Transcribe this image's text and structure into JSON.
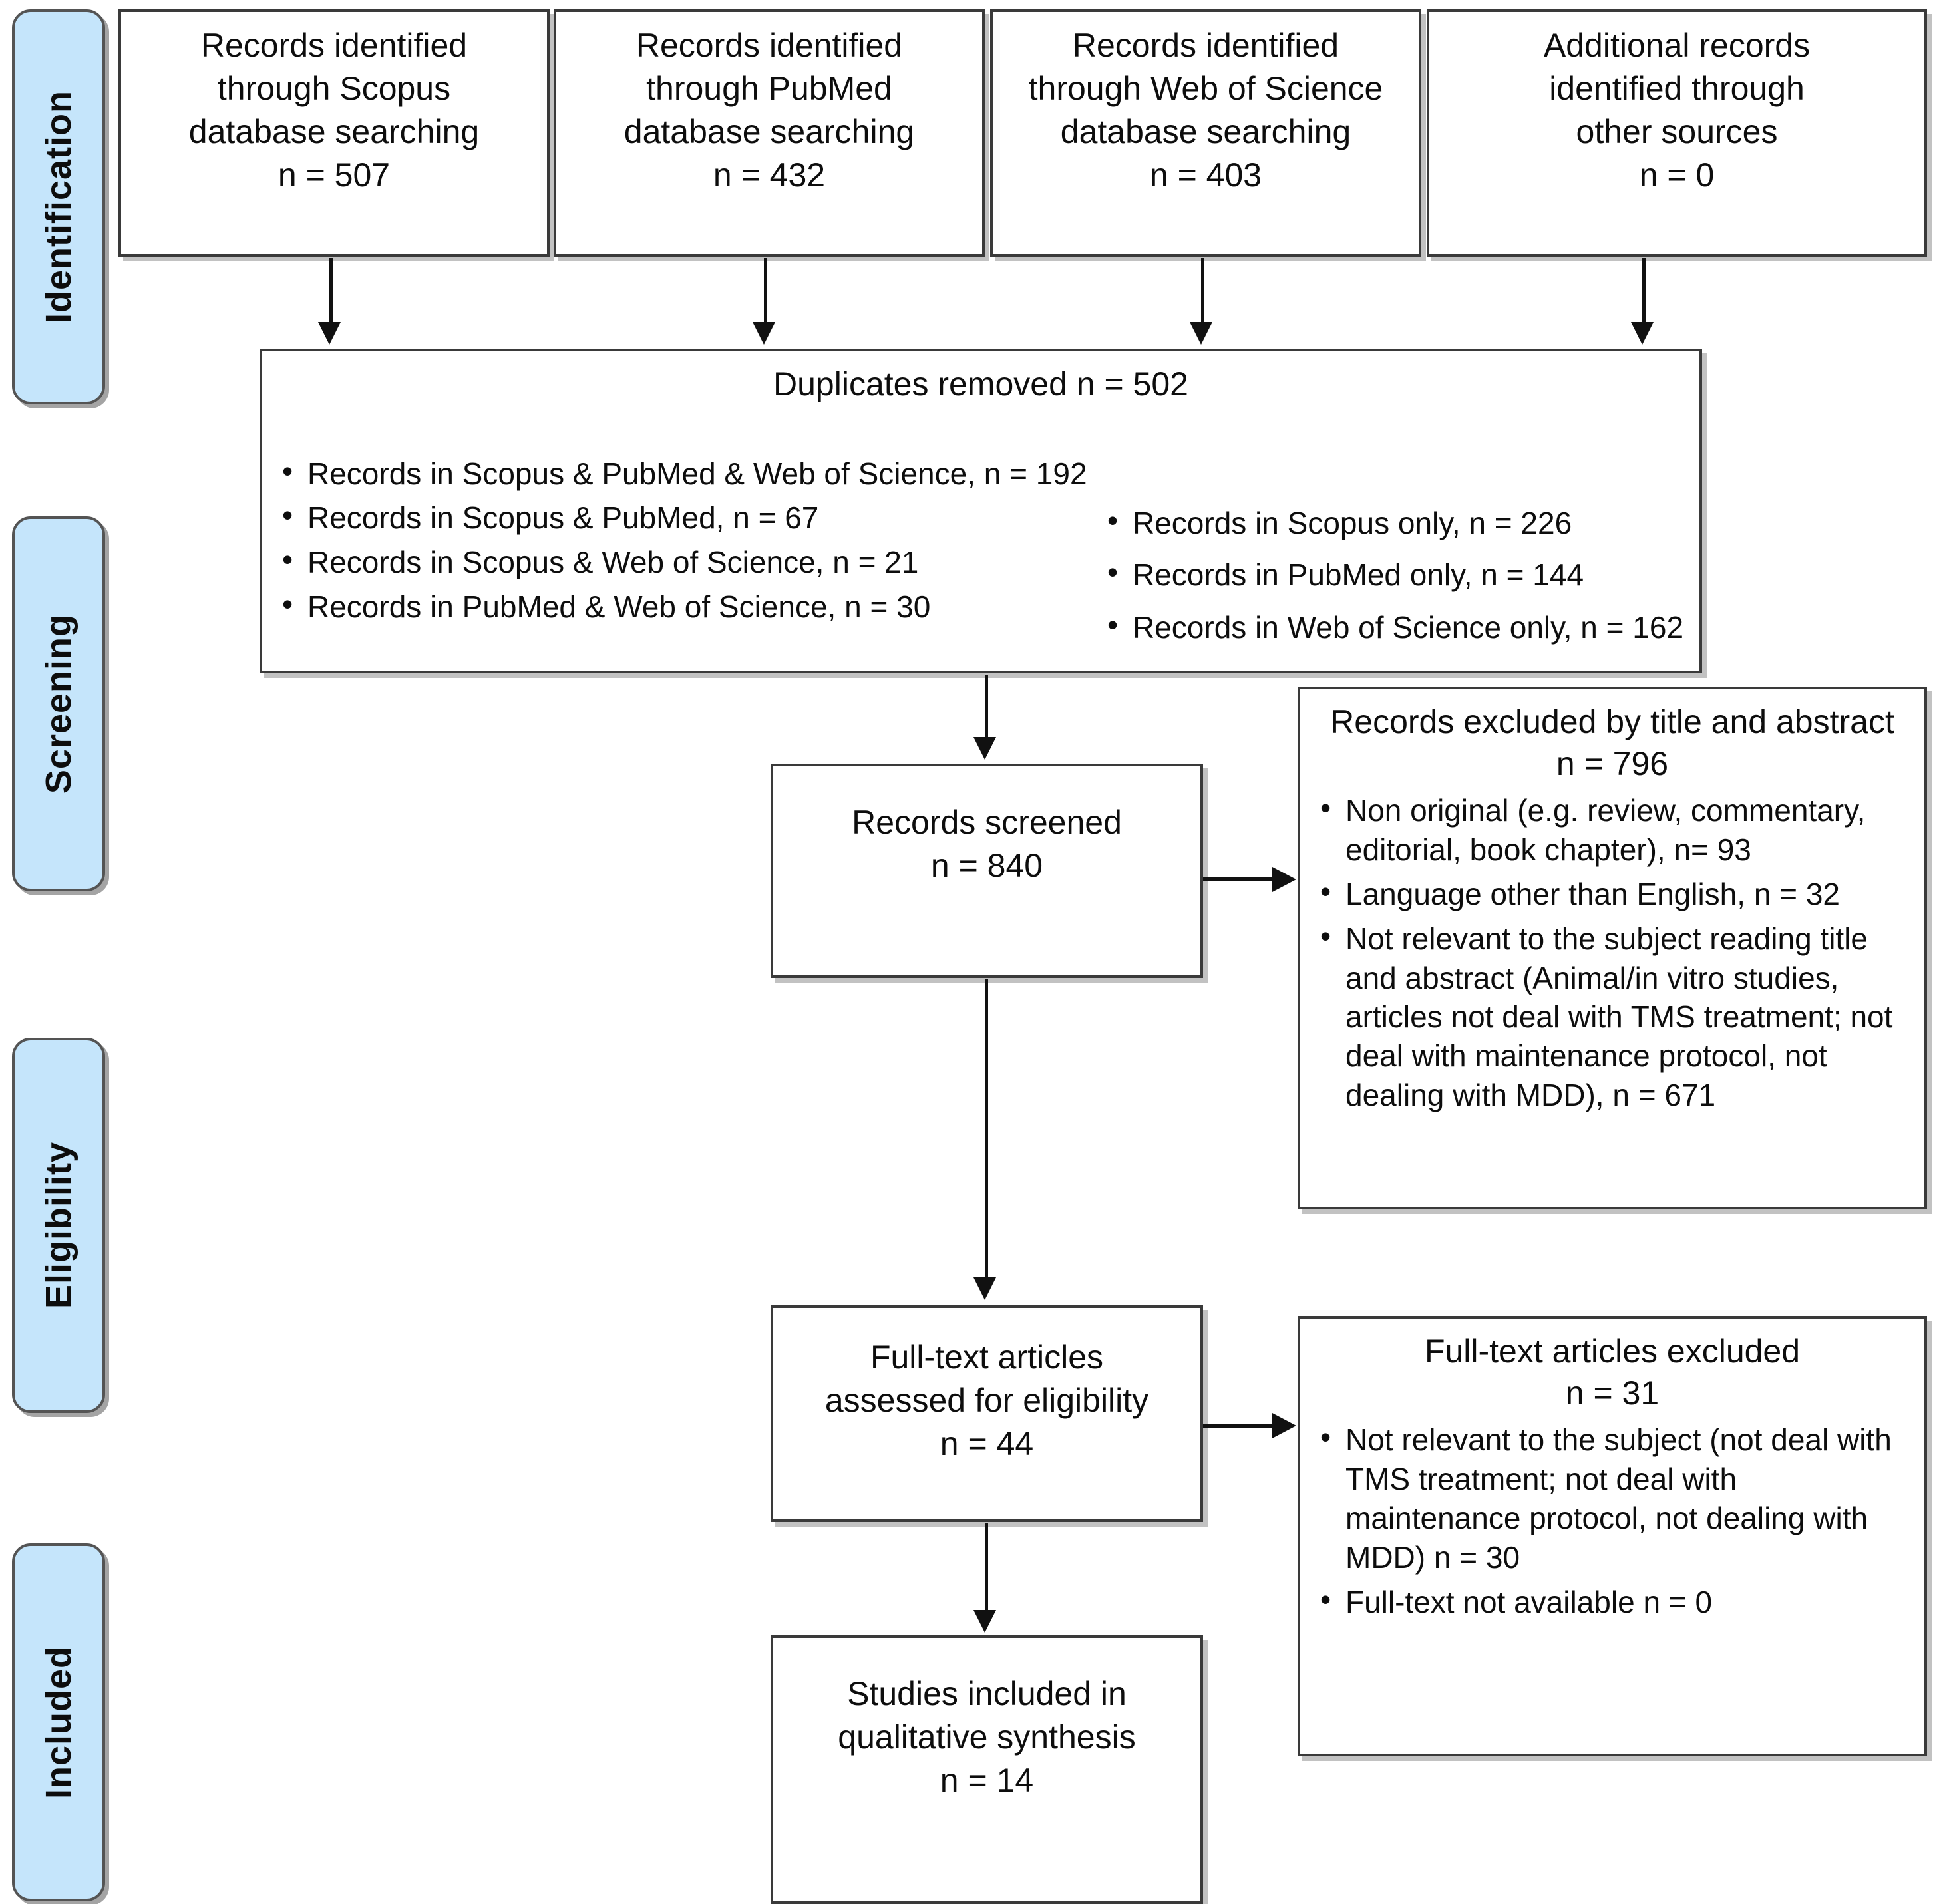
{
  "diagram": {
    "type": "PRISMA flow diagram",
    "stages": [
      {
        "label": "Identification"
      },
      {
        "label": "Screening"
      },
      {
        "label": "Eligibility"
      },
      {
        "label": "Included"
      }
    ],
    "identification_boxes": [
      {
        "line1": "Records identified",
        "line2": "through Scopus",
        "line3": "database searching",
        "count": "n = 507"
      },
      {
        "line1": "Records identified",
        "line2": "through PubMed",
        "line3": "database searching",
        "count": "n = 432"
      },
      {
        "line1": "Records identified",
        "line2": "through Web of Science",
        "line3": "database searching",
        "count": "n = 403"
      },
      {
        "line1": "Additional records",
        "line2": "identified through",
        "line3": "other sources",
        "count": "n = 0"
      }
    ],
    "duplicates": {
      "title": "Duplicates removed n = 502",
      "left_bullets": [
        "Records in Scopus & PubMed & Web of Science, n = 192",
        "Records in Scopus & PubMed, n = 67",
        "Records in Scopus & Web of Science, n = 21",
        "Records in PubMed & Web of Science, n = 30"
      ],
      "right_bullets": [
        "Records in Scopus only, n = 226",
        "Records in PubMed only, n = 144",
        "Records in Web of Science only, n = 162"
      ]
    },
    "records_screened": {
      "line1": "Records screened",
      "count": "n = 840"
    },
    "records_excluded": {
      "title": "Records excluded by title and abstract",
      "count": "n = 796",
      "bullets": [
        "Non original (e.g. review, commentary, editorial, book chapter), n=  93",
        "Language other than English, n = 32",
        "Not relevant to the subject reading title and abstract (Animal/in vitro studies, articles not deal with TMS treatment; not deal with maintenance protocol, not dealing with MDD), n = 671"
      ]
    },
    "full_text_assessed": {
      "line1": "Full-text articles",
      "line2": "assessed for eligibility",
      "count": "n = 44"
    },
    "full_text_excluded": {
      "title": "Full-text articles excluded",
      "count": "n = 31",
      "bullets": [
        "Not relevant to the subject  (not deal with TMS treatment; not deal with maintenance protocol, not dealing with MDD) n = 30",
        "Full-text not available n = 0"
      ]
    },
    "studies_included": {
      "line1": "Studies included in",
      "line2": "qualitative synthesis",
      "count": "n = 14"
    },
    "colors": {
      "stage_tab_fill": "#c5e5fb",
      "stage_tab_border": "#545454",
      "box_border": "#3a3a3a",
      "text": "#0d0d0d",
      "background": "#ffffff"
    }
  }
}
